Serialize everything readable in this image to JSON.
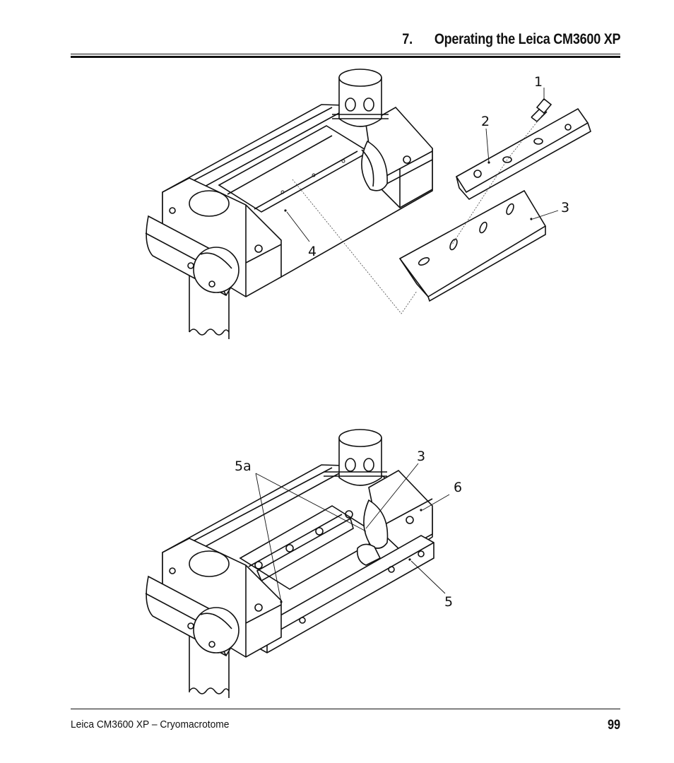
{
  "header": {
    "section_number": "7.",
    "section_title": "Operating the Leica CM3600 XP"
  },
  "figures": [
    {
      "callouts": [
        "1",
        "2",
        "3",
        "4"
      ]
    },
    {
      "callouts": [
        "5a",
        "3",
        "6",
        "5"
      ]
    }
  ],
  "footer": {
    "doc_title": "Leica CM3600 XP – Cryomacrotome",
    "page_number": "99"
  }
}
